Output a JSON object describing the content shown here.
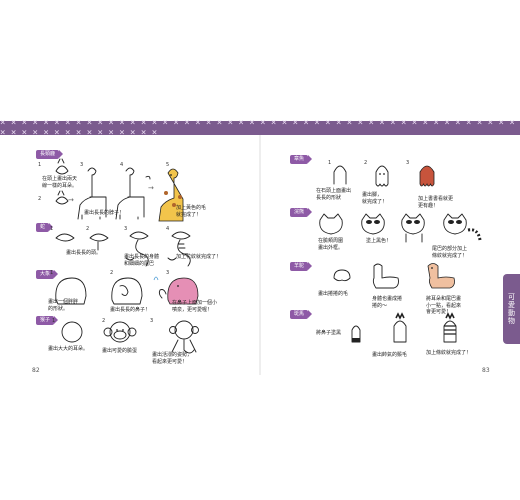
{
  "header": {
    "x_pattern": "× × × × × × × × × × × × × × × × × × × × × × × × × × × × × × × × × × × × × × × × × × × × × × × × × × × × × × × × × × × × × × ×"
  },
  "pages": {
    "left_number": "82",
    "right_number": "83"
  },
  "side_tab": {
    "label": "可愛動物"
  },
  "sections": {
    "giraffe": {
      "tag": "長頸鹿",
      "cap1": "在頭上畫出兩天\n線一樣的耳朵。",
      "cap2": "畫出長長的脖子！",
      "cap3": "加上黃色的毛\n就完成了！"
    },
    "snake": {
      "tag": "蛇",
      "cap1": "畫出長長的頭。",
      "cap2": "畫出長長的身體\n和細細的尾巴",
      "cap3": "加上花紋就完成了！"
    },
    "elephant": {
      "tag": "大象",
      "cap1": "畫出一個胖胖\n的形狀。",
      "cap2": "畫出長長的鼻子！",
      "cap3": "在鼻子上面加一個小\n噴泉，更可愛喔！"
    },
    "monkey": {
      "tag": "猴子",
      "cap1": "畫出大大的耳朵。",
      "cap2": "畫出可愛的臉蛋",
      "cap3": "畫出活潑的姿勢，\n看起來更可愛！"
    },
    "octopus": {
      "tag": "章魚",
      "cap1": "在石頭上面畫出\n長長的形狀",
      "cap2": "畫出腳，\n就完成了！",
      "cap3": "加上書書看就更\n更有趣！"
    },
    "raccoon": {
      "tag": "浣熊",
      "cap1": "在臉頰周圍\n畫出外框。",
      "cap2": "塗上黑色！",
      "cap3": "尾巴的部分加上\n條紋就完成了！"
    },
    "alpaca": {
      "tag": "羊駝",
      "cap1": "畫出捲捲的毛",
      "cap2": "身體也畫成捲\n捲的～",
      "cap3": "將耳朵和尾巴畫\n小一點，看起來\n會更可愛！"
    },
    "zebra": {
      "tag": "斑馬",
      "cap1": "將鼻子塗黑",
      "cap2": "畫出帥氣的鬃毛",
      "cap3": "加上條紋就完成了！"
    }
  },
  "colors": {
    "band": "#7b5b8e",
    "tag": "#8e5aa6",
    "giraffe_fill": "#f2c44b",
    "octopus_fill": "#c7543c",
    "elephant_fill": "#e58fb5",
    "alpaca_fill": "#f0c0a0"
  }
}
